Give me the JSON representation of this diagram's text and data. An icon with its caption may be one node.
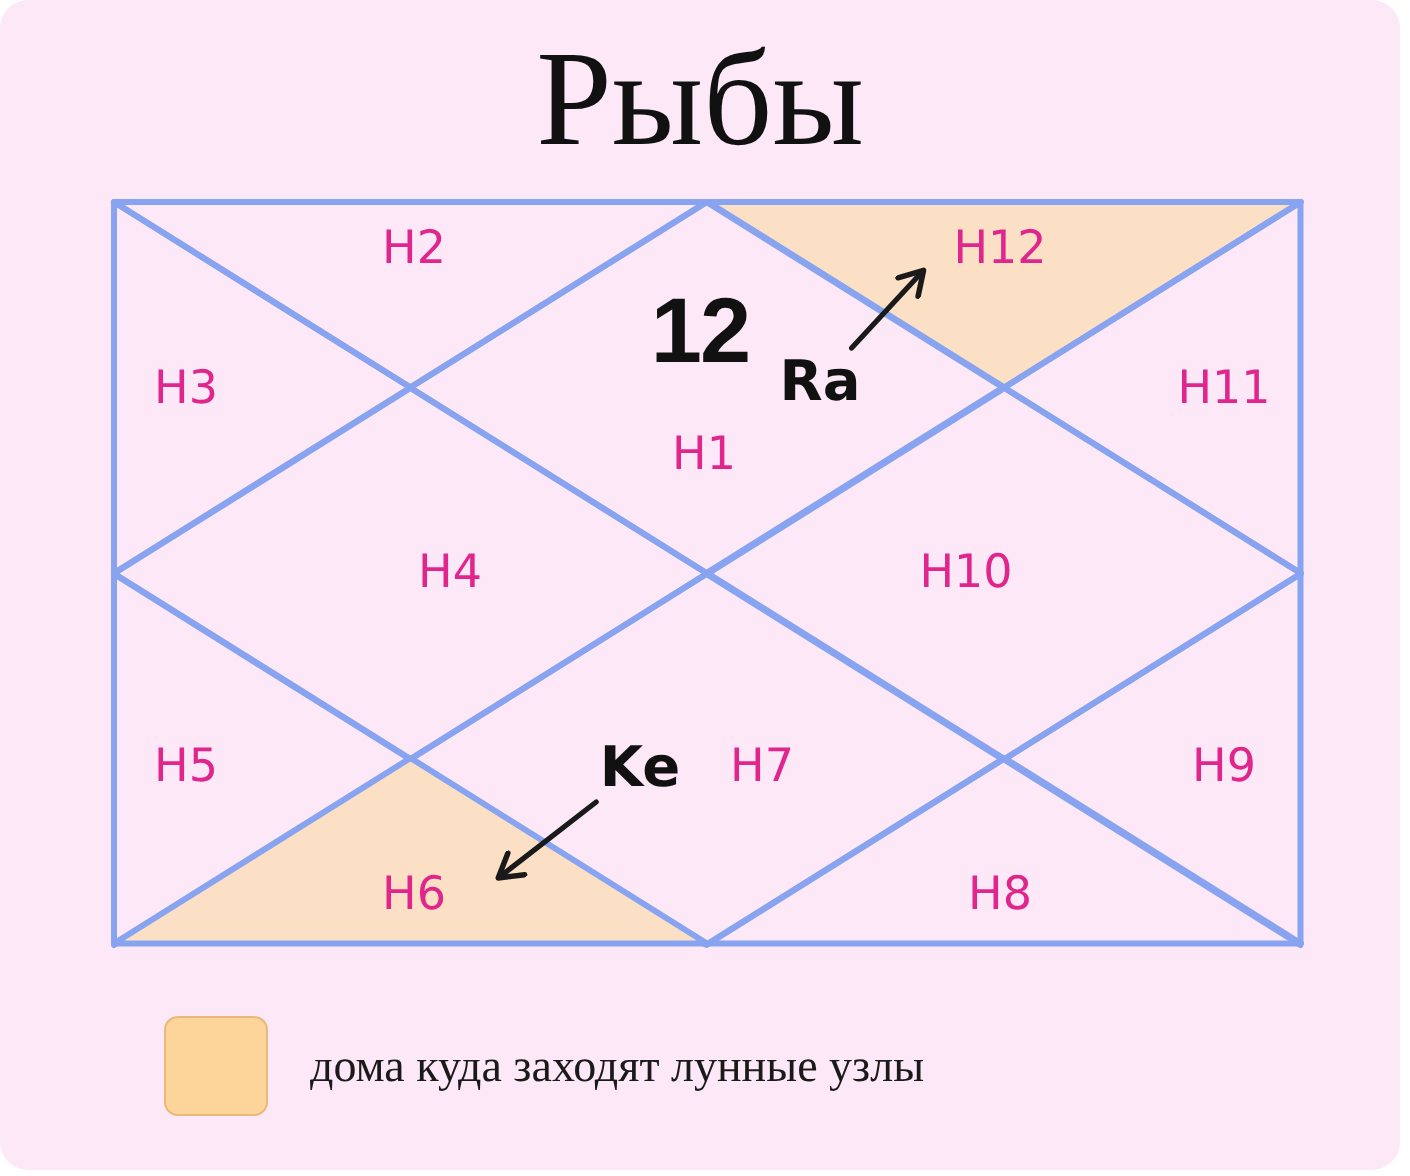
{
  "diagram": {
    "title": "Рыбы",
    "nodes": [
      {
        "text": [
          "H2"
        ]
      },
      {
        "text": [
          "H12"
        ]
      },
      {
        "text": [
          "12",
          "H1"
        ]
      },
      {
        "text": [
          "Ra"
        ],
        "in": 2
      },
      {
        "text": [
          "H3"
        ]
      },
      {
        "text": [
          "H11"
        ]
      },
      {
        "text": [
          "H4"
        ]
      },
      {
        "text": [
          "H10"
        ]
      },
      {
        "text": [
          "H5"
        ]
      },
      {
        "text": [
          "H7"
        ]
      },
      {
        "text": [
          "Ke"
        ],
        "in": 9
      },
      {
        "text": [
          "H9"
        ]
      },
      {
        "text": [
          "H6"
        ]
      },
      {
        "text": [
          "H8"
        ]
      }
    ],
    "edges": [
      {
        "from": 3,
        "to": 1,
        "arrow": "to"
      },
      {
        "from": 10,
        "to": 12,
        "arrow": "to"
      }
    ],
    "legend": [
      {
        "text": "дома куда заходят лунные узлы",
        "color": "#fdd49a"
      }
    ]
  }
}
